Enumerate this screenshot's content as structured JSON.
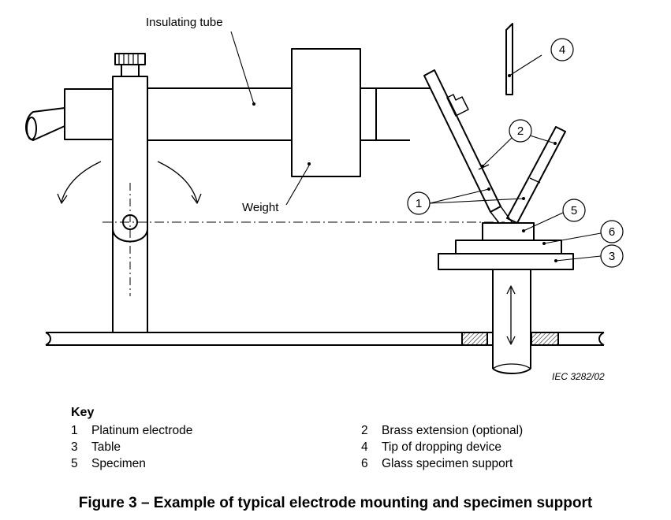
{
  "labels": {
    "insulating_tube": "Insulating tube",
    "weight": "Weight",
    "reference": "IEC   3282/02"
  },
  "callouts": [
    "1",
    "2",
    "3",
    "4",
    "5",
    "6"
  ],
  "key": {
    "title": "Key",
    "items": [
      {
        "number": "1",
        "text": "Platinum electrode"
      },
      {
        "number": "2",
        "text": "Brass extension (optional)"
      },
      {
        "number": "3",
        "text": "Table"
      },
      {
        "number": "4",
        "text": "Tip of dropping device"
      },
      {
        "number": "5",
        "text": "Specimen"
      },
      {
        "number": "6",
        "text": "Glass specimen support"
      }
    ]
  },
  "caption": "Figure 3 – Example of typical electrode mounting and specimen support"
}
